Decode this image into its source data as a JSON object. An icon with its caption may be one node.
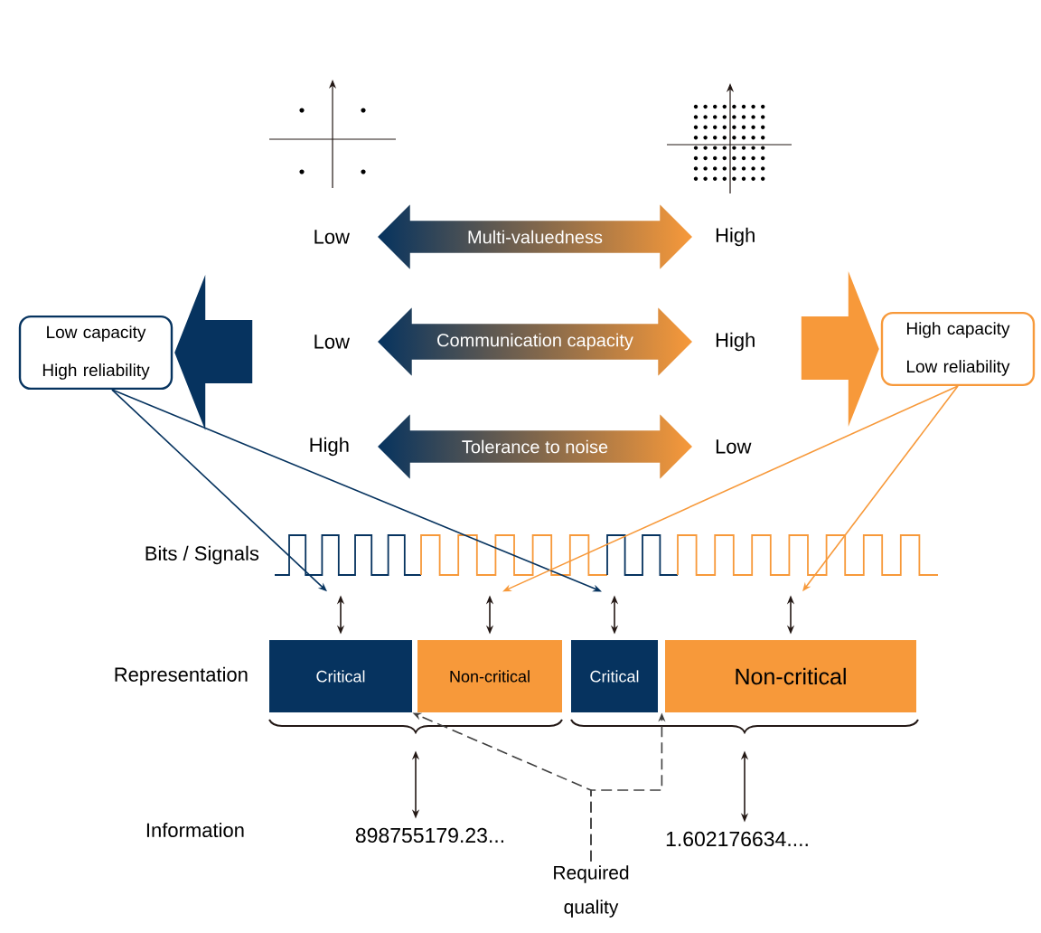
{
  "diagram": {
    "nodes": [
      {
        "text": [
          "Multi-valuedness"
        ]
      },
      {
        "text": [
          "Communication capacity"
        ]
      },
      {
        "text": [
          "Tolerance to noise"
        ]
      },
      {
        "text": [
          "Low capacity High reliability"
        ]
      },
      {
        "text": [
          "High capacity Low reliability"
        ]
      },
      {
        "text": [],
        "shape": "picture"
      },
      {
        "text": [],
        "shape": "picture"
      },
      {
        "text": [],
        "shape": "picture"
      },
      {
        "text": [],
        "shape": "picture"
      },
      {
        "text": [
          "Critical"
        ]
      },
      {
        "text": [
          "Non-critical"
        ]
      },
      {
        "text": [
          "Critical"
        ]
      },
      {
        "text": [
          "Non-critical"
        ]
      },
      {
        "text": [],
        "shape": "brace"
      },
      {
        "text": [],
        "shape": "brace"
      },
      {
        "text": [
          "898755179.23..."
        ]
      },
      {
        "text": [
          "1.602176634...."
        ]
      },
      {
        "text": [
          "Required quality"
        ]
      }
    ],
    "edges": [
      {
        "from": 3,
        "to": 5,
        "arrow": "to",
        "color": "#06335f"
      },
      {
        "from": 3,
        "to": 7,
        "arrow": "to",
        "color": "#06335f"
      },
      {
        "from": 4,
        "to": 6,
        "arrow": "to",
        "color": "#f7993a"
      },
      {
        "from": 4,
        "to": 8,
        "arrow": "to",
        "color": "#f7993a"
      },
      {
        "from": 5,
        "to": 9,
        "arrow": "both"
      },
      {
        "from": 6,
        "to": 10,
        "arrow": "both"
      },
      {
        "from": 7,
        "to": 11,
        "arrow": "both"
      },
      {
        "from": 8,
        "to": 12,
        "arrow": "both"
      },
      {
        "from": 13,
        "to": 15,
        "arrow": "both"
      },
      {
        "from": 14,
        "to": 16,
        "arrow": "both"
      },
      {
        "from": 17,
        "to": 9,
        "arrow": "to",
        "style": "dashed"
      },
      {
        "from": 17,
        "to": 11,
        "arrow": "to",
        "style": "dashed"
      },
      {
        "from": null,
        "to": 3,
        "arrow": "to",
        "style": "thick",
        "color": "#06335f"
      },
      {
        "from": null,
        "to": 4,
        "arrow": "to",
        "style": "thick",
        "color": "#f7993a"
      }
    ],
    "labels": [
      "Low",
      "High",
      "Low",
      "High",
      "High",
      "Low",
      "Bits / Signals",
      "Representation",
      "Information"
    ]
  }
}
